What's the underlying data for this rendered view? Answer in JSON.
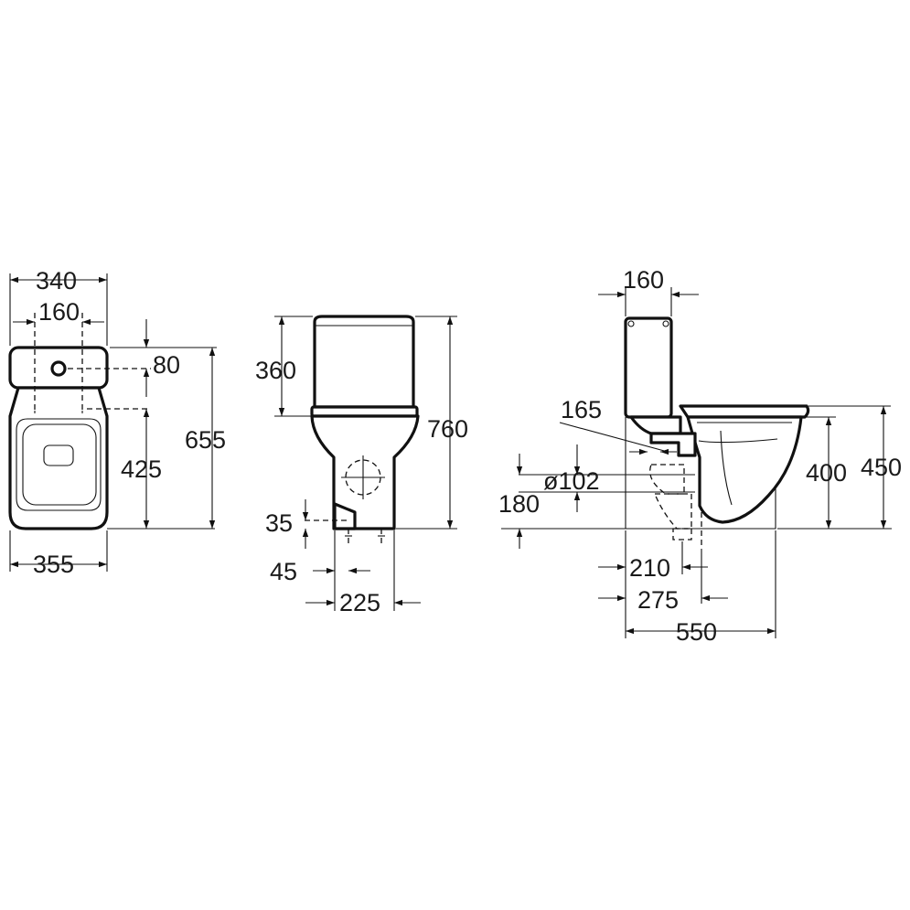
{
  "views": {
    "top": {
      "dims": {
        "overall_tank_width": "340",
        "fixing_centers": "160",
        "tank_hole_offset": "80",
        "bowl_fixing_distance": "425",
        "overall_length": "655",
        "bowl_width": "355"
      }
    },
    "front": {
      "dims": {
        "tank_height": "360",
        "overall_height": "760",
        "floor_fixing_height": "35",
        "fixing_offset": "45",
        "base_width": "225"
      }
    },
    "side": {
      "dims": {
        "tank_depth": "160",
        "inlet_offset": "165",
        "outlet_diameter": "ø102",
        "outlet_height": "180",
        "bowl_height": "400",
        "seat_height": "450",
        "outlet_to_wall": "210",
        "floor_outlet_to_wall": "275",
        "overall_depth": "550"
      }
    }
  }
}
